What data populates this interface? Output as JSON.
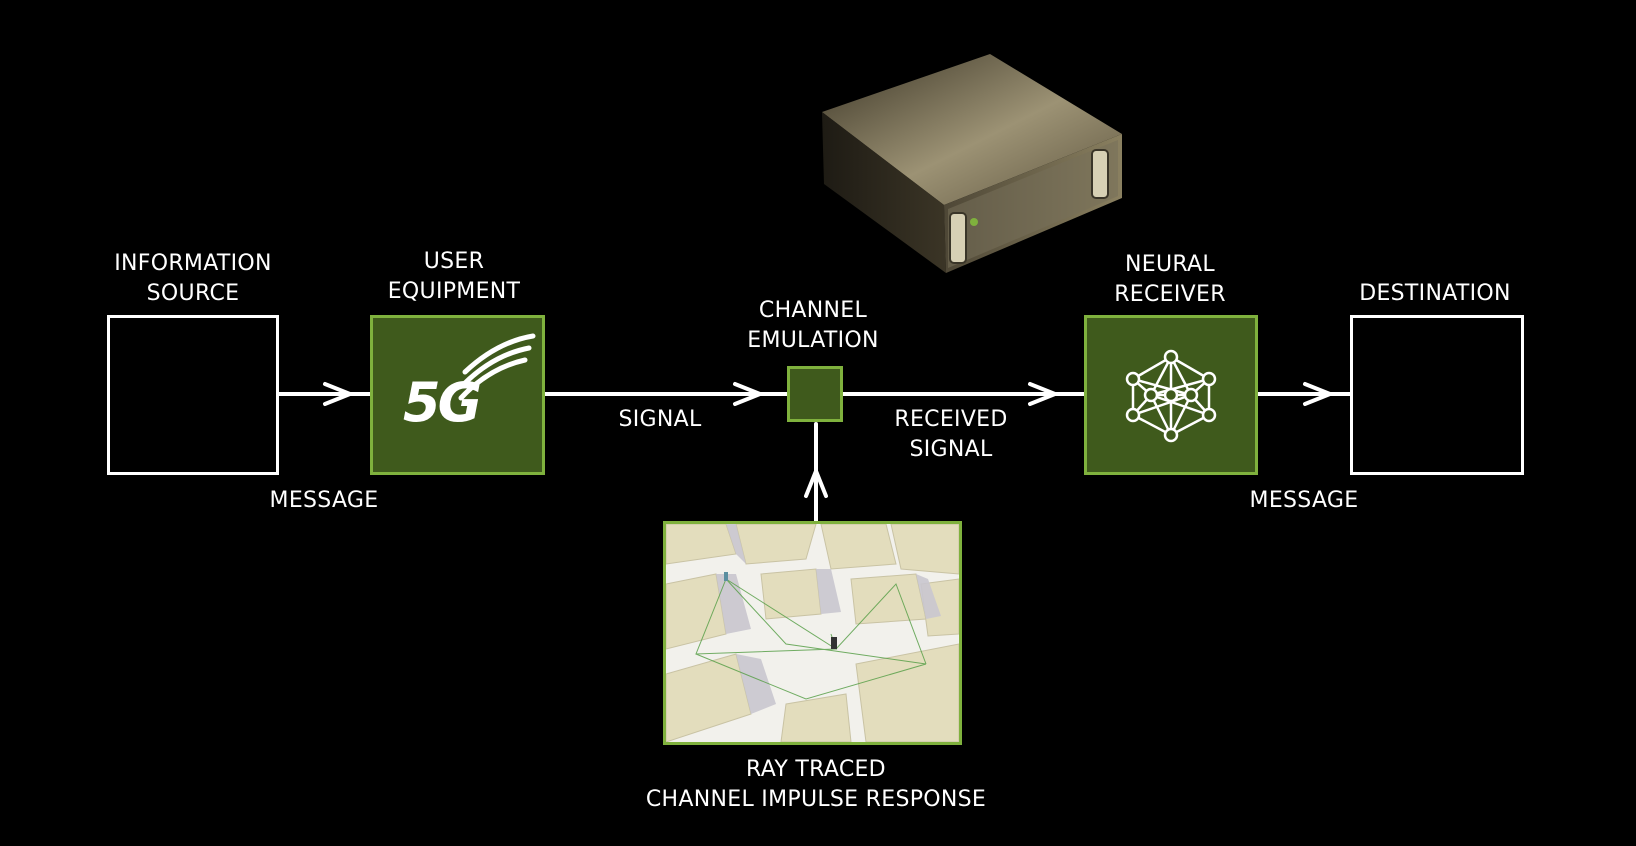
{
  "nodes": {
    "information_source": {
      "line1": "INFORMATION",
      "line2": "SOURCE"
    },
    "user_equipment": {
      "line1": "USER",
      "line2": "EQUIPMENT",
      "logo_text": "5G"
    },
    "channel_emulation": {
      "line1": "CHANNEL",
      "line2": "EMULATION"
    },
    "neural_receiver": {
      "line1": "NEURAL",
      "line2": "RECEIVER"
    },
    "destination": {
      "line1": "DESTINATION"
    },
    "ray_traced": {
      "line1": "RAY TRACED",
      "line2": "CHANNEL IMPULSE RESPONSE"
    }
  },
  "edges": {
    "message_left": "MESSAGE",
    "signal": "SIGNAL",
    "received_signal": {
      "line1": "RECEIVED",
      "line2": "SIGNAL"
    },
    "message_right": "MESSAGE"
  },
  "colors": {
    "accent_green": "#7fb13d",
    "box_green_fill": "#3f5a1c",
    "background": "#000000"
  },
  "icons": {
    "ue_icon": "5g-logo-icon",
    "receiver_icon": "neural-network-icon",
    "hardware": "server-appliance-icon"
  }
}
